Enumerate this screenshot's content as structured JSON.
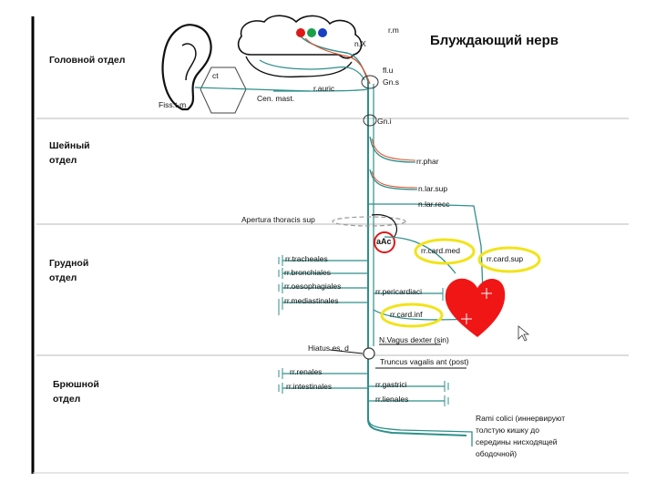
{
  "title": "Блуждающий нерв",
  "sections": {
    "head": "Головной отдел",
    "neck": [
      "Шейный",
      "отдел"
    ],
    "chest": [
      "Грудной",
      "отдел"
    ],
    "abdomen": [
      "Брюшной",
      "отдел"
    ]
  },
  "head_labels": {
    "rm": "r.m",
    "nX": "n.X",
    "ct": "ct",
    "fiss": "Fiss.t-m",
    "cen_mast": "Cen. mast.",
    "rauric": "r.auric",
    "flu": "fl.u",
    "gns": "Gn.s",
    "gni": "Gn.i"
  },
  "neck_labels": {
    "rphar": "rr.phar",
    "nlarsup": "n.lar.sup",
    "nlarrecc": "n.lar.recc"
  },
  "chest_labels": {
    "apertura": "Apertura thoracis sup",
    "sac": "aAc",
    "card_med": "rr.card.med",
    "card_sup": "rr.card.sup",
    "card_inf": "rr.card.inf",
    "pericardiaci": "rr.pericardiaci",
    "tracheales": "rr.tracheales",
    "bronchiales": "rr.bronchiales",
    "oesophagiales": "rr.oesophagiales",
    "mediastinales": "rr.mediastinales",
    "vagus_dexter": "N.Vagus dexter (sin)",
    "hiatus": "Hiatus es. d",
    "truncus": "Truncus vagalis ant (post)"
  },
  "abdomen_labels": {
    "renales": "rr.renales",
    "intestinales": "rr.intestinales",
    "gastrici": "rr.gastrici",
    "lienales": "rr.lienales",
    "coliti": [
      "Rami colici (иннервируют",
      "толстую кишку до",
      "середины нисходящей",
      "ободочной)"
    ]
  },
  "colors": {
    "nerve": "#2f8f8a",
    "nerve_red": "#e0502e",
    "highlight": "#f2e31a",
    "heart": "#f01616",
    "separator": "#b9b9b9",
    "left_bar": "#000000",
    "dot_red": "#e01818",
    "dot_green": "#1aa04a",
    "dot_blue": "#1a3fc0"
  }
}
